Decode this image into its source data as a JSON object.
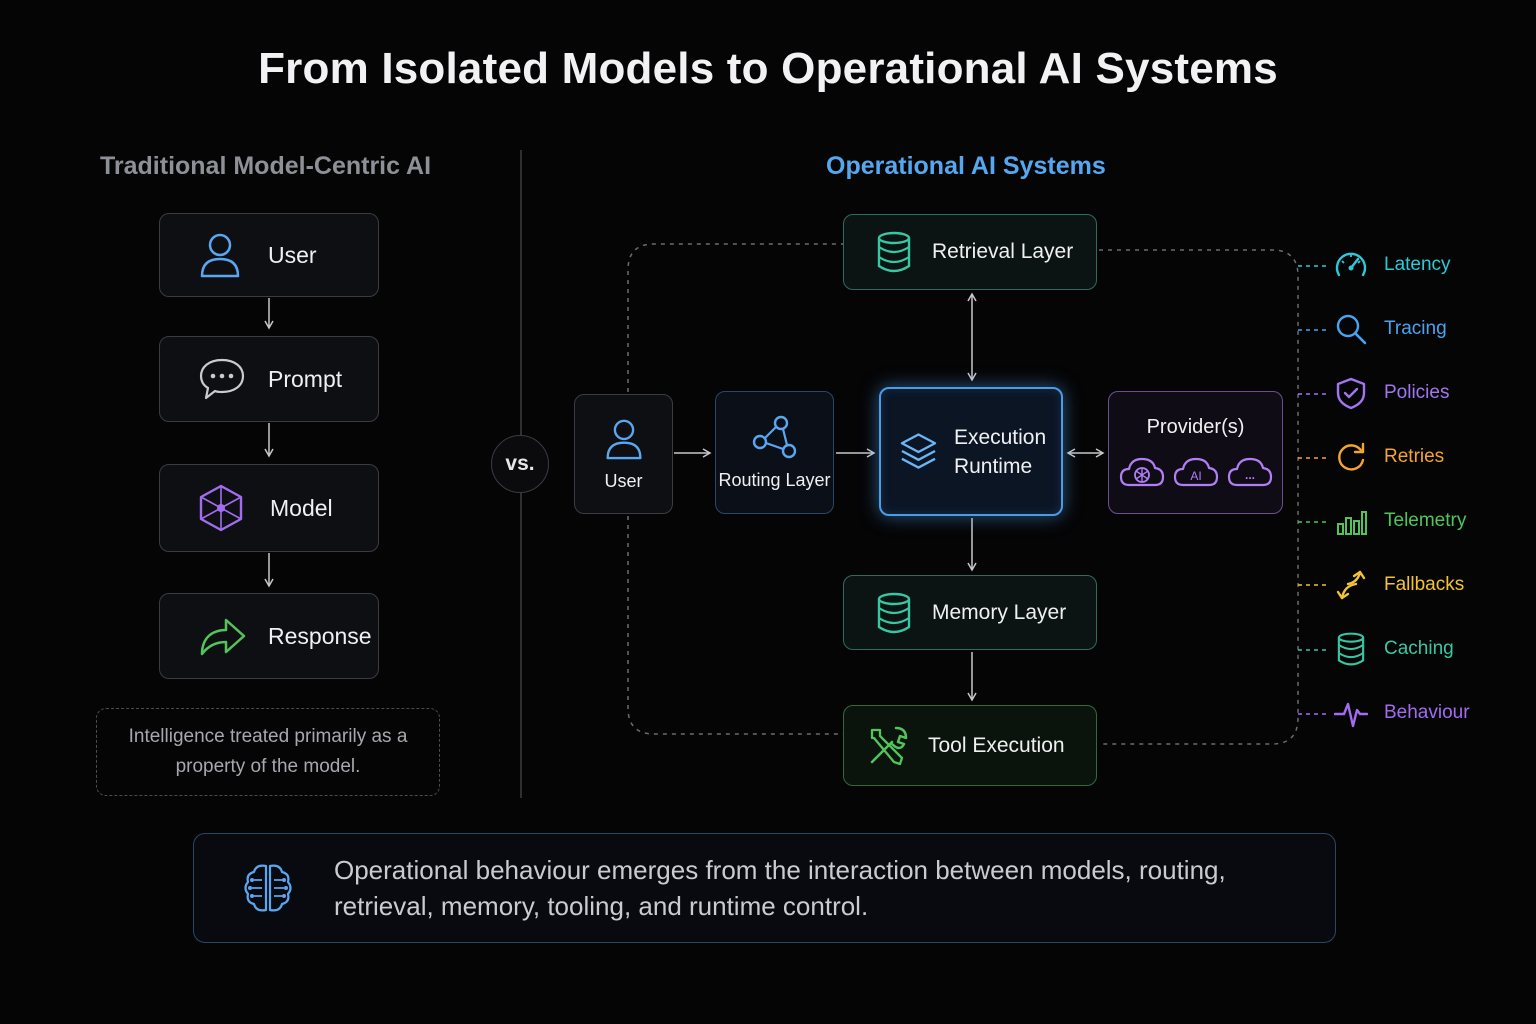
{
  "title": "From Isolated Models to Operational AI Systems",
  "left": {
    "heading": "Traditional Model-Centric AI",
    "nodes": [
      {
        "label": "User",
        "icon": "user-icon"
      },
      {
        "label": "Prompt",
        "icon": "chat-bubble-icon"
      },
      {
        "label": "Model",
        "icon": "cube-icon"
      },
      {
        "label": "Response",
        "icon": "arrow-forward-icon"
      }
    ],
    "note": "Intelligence treated primarily as a property of the model."
  },
  "vs_label": "vs.",
  "right": {
    "heading": "Operational AI Systems",
    "user": "User",
    "routing": "Routing Layer",
    "retrieval": "Retrieval Layer",
    "execution_runtime": "Execution Runtime",
    "providers": {
      "label": "Provider(s)",
      "icons": [
        "openai-cloud-icon",
        "ai-cloud-icon",
        "more-cloud-icon"
      ],
      "ai_badge": "AI",
      "more_badge": "..."
    },
    "memory": "Memory Layer",
    "tool_execution": "Tool Execution"
  },
  "concerns": [
    {
      "label": "Latency",
      "icon": "gauge-icon",
      "color": "#2fc8d6"
    },
    {
      "label": "Tracing",
      "icon": "magnifier-icon",
      "color": "#4aa3ee"
    },
    {
      "label": "Policies",
      "icon": "shield-icon",
      "color": "#a275f0"
    },
    {
      "label": "Retries",
      "icon": "refresh-icon",
      "color": "#f2a531"
    },
    {
      "label": "Telemetry",
      "icon": "bar-chart-icon",
      "color": "#52c45a"
    },
    {
      "label": "Fallbacks",
      "icon": "swap-arrows-icon",
      "color": "#f2c337"
    },
    {
      "label": "Caching",
      "icon": "database-icon",
      "color": "#38c7a4"
    },
    {
      "label": "Behaviour",
      "icon": "pulse-icon",
      "color": "#a26cf0"
    }
  ],
  "summary": "Operational behaviour emerges from the interaction between models, routing, retrieval, memory, tooling, and runtime control."
}
